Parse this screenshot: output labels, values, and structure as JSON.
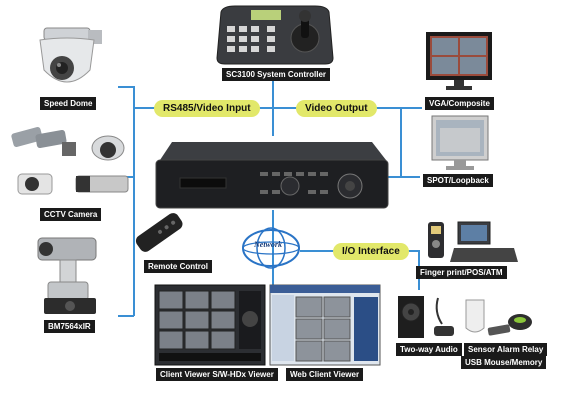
{
  "devices": {
    "controller": "SC3100 System Controller",
    "speed_dome": "Speed Dome",
    "cctv_camera": "CCTV Camera",
    "ptz": "BM7564xIR",
    "remote": "Remote Control",
    "vga": "VGA/Composite",
    "spot": "SPOT/Loopback",
    "finger": "Finger print/POS/ATM",
    "audio": "Two-way Audio",
    "sensor": "Sensor Alarm Relay",
    "usb": "USB Mouse/Memory",
    "client_viewer": "Client Viewer S/W-HDx Viewer",
    "web_client": "Web Client Viewer"
  },
  "interfaces": {
    "rs485": "RS485/Video Input",
    "video_output": "Video Output",
    "io": "I/O Interface",
    "network": "Network"
  },
  "colors": {
    "connector_line": "#3a8fd4",
    "pill_fill": "#e2e86a",
    "label_fill": "#1a1a1a"
  }
}
